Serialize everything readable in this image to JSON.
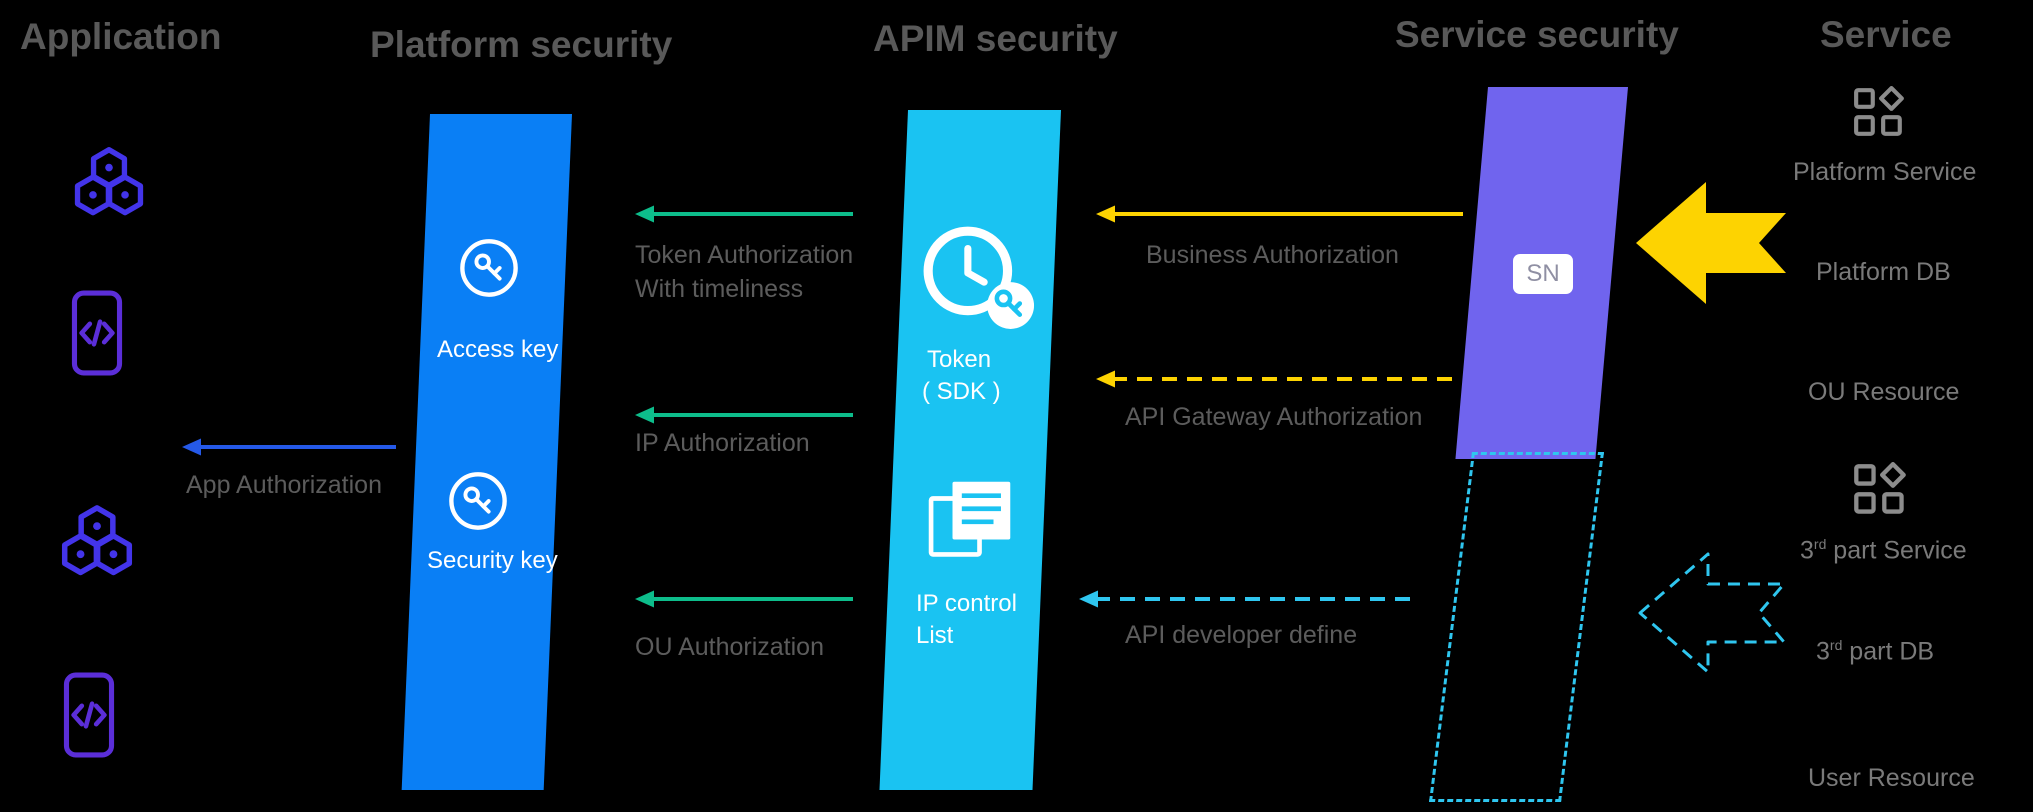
{
  "titles": {
    "application": "Application",
    "platform_security": "Platform security",
    "apim_security": "APIM security",
    "service_security": "Service security",
    "service": "Service"
  },
  "platform": {
    "access_key": "Access key",
    "security_key": "Security key"
  },
  "apim": {
    "token": "Token",
    "token_sdk": "( SDK )",
    "ip_control": "IP control",
    "ip_list": "List"
  },
  "service_security": {
    "badge": "SN"
  },
  "arrows": {
    "app": "App Authorization",
    "token_1": "Token Authorization",
    "token_2": "With timeliness",
    "ip": "IP Authorization",
    "ou": "OU Authorization",
    "business": "Business  Authorization",
    "gateway": "API Gateway Authorization",
    "developer": "API developer define"
  },
  "service": {
    "platform_service": "Platform Service",
    "platform_db": "Platform DB",
    "ou_resource": "OU Resource",
    "third_service": {
      "n": "3",
      "sup": "rd",
      "rest": " part Service"
    },
    "third_db": {
      "n": "3",
      "sup": "rd",
      "rest": " part DB"
    },
    "user_resource": "User Resource"
  },
  "icons": {
    "application_cluster": "hexagon-cluster-icon",
    "application_client": "mobile-code-icon",
    "platform_key": "key-circle-icon",
    "apim_token": "clock-key-icon",
    "apim_list": "document-list-icon",
    "service_grid": "app-grid-icon"
  },
  "colors": {
    "background": "#000000",
    "platform_panel": "#0a7ff5",
    "apim_panel": "#1ac3f2",
    "service_panel": "#7064ee",
    "green_arrow": "#0dbd8b",
    "blue_arrow": "#2559e8",
    "yellow_arrow": "#fdd301",
    "cyan_dashed": "#2fc6ef",
    "title_text": "#595959",
    "service_text": "#7a7a7a",
    "app_icon_indigo": "#4334ea",
    "app_icon_purple": "#5b2ed8"
  }
}
